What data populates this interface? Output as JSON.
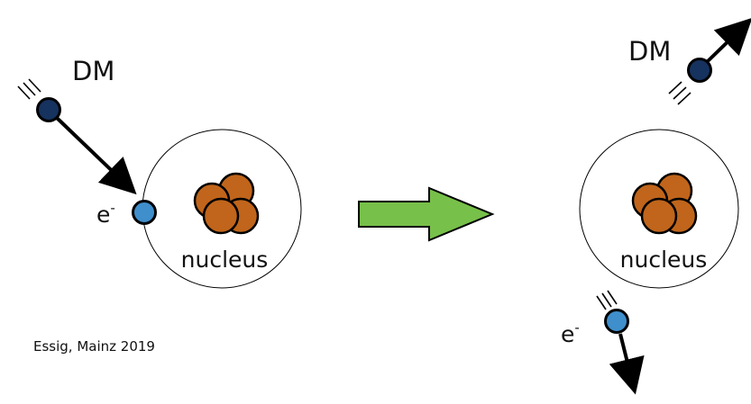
{
  "labels": {
    "dm": "DM",
    "electron_base": "e",
    "electron_charge": "-",
    "nucleus": "nucleus",
    "credit": "Essig, Mainz 2019"
  },
  "colors": {
    "dm_particle": "#16325e",
    "electron": "#3f8fcc",
    "nucleon": "#c0651b",
    "nucleon_dark": "#7a3a0c",
    "transition_arrow": "#77c04a",
    "outline": "#000000"
  },
  "icons": {
    "transition": "right-arrow-icon",
    "motion": "motion-lines-icon"
  }
}
